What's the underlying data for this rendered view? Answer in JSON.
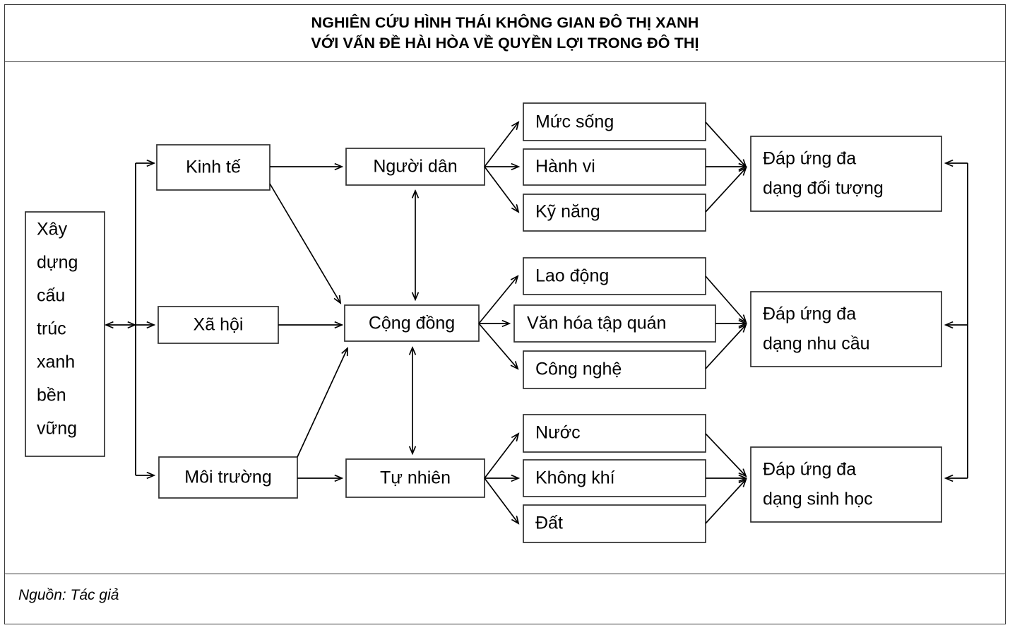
{
  "figure": {
    "title_lines": [
      "NGHIÊN CỨU HÌNH THÁI KHÔNG GIAN ĐÔ THỊ XANH",
      "VỚI VẤN ĐỀ HÀI HÒA VỀ QUYỀN LỢI TRONG ĐÔ THỊ"
    ],
    "source": "Nguồn: Tác giả",
    "frame_color": "#3a3a3a",
    "line_color": "#000000",
    "box_fill": "#ffffff"
  },
  "chart_data": {
    "type": "diagram",
    "title": "NGHIÊN CỨU HÌNH THÁI KHÔNG GIAN ĐÔ THỊ XANH VỚI VẤN ĐỀ HÀI HÒA VỀ QUYỀN LỢI TRONG ĐÔ THỊ",
    "columns": [
      {
        "name": "goal",
        "nodes": [
          {
            "id": "goal",
            "label_lines": [
              "Xây",
              "dựng",
              "cấu",
              "trúc",
              "xanh",
              "bền",
              "vững"
            ]
          }
        ]
      },
      {
        "name": "pillars",
        "nodes": [
          {
            "id": "kinh-te",
            "label": "Kinh tế"
          },
          {
            "id": "xa-hoi",
            "label": "Xã hội"
          },
          {
            "id": "moi-truong",
            "label": "Môi trường"
          }
        ]
      },
      {
        "name": "actors",
        "nodes": [
          {
            "id": "nguoi-dan",
            "label": "Người dân"
          },
          {
            "id": "cong-dong",
            "label": "Cộng đồng"
          },
          {
            "id": "tu-nhien",
            "label": "Tự nhiên"
          }
        ]
      },
      {
        "name": "aspects",
        "groups": [
          {
            "for": "nguoi-dan",
            "nodes": [
              {
                "id": "muc-song",
                "label": "Mức sống"
              },
              {
                "id": "hanh-vi",
                "label": "Hành vi"
              },
              {
                "id": "ky-nang",
                "label": "Kỹ năng"
              }
            ]
          },
          {
            "for": "cong-dong",
            "nodes": [
              {
                "id": "lao-dong",
                "label": "Lao động"
              },
              {
                "id": "van-hoa",
                "label": "Văn hóa tập quán"
              },
              {
                "id": "cong-nghe",
                "label": "Công nghệ"
              }
            ]
          },
          {
            "for": "tu-nhien",
            "nodes": [
              {
                "id": "nuoc",
                "label": "Nước"
              },
              {
                "id": "khong-khi",
                "label": "Không khí"
              },
              {
                "id": "dat",
                "label": "Đất"
              }
            ]
          }
        ]
      },
      {
        "name": "outcomes",
        "nodes": [
          {
            "id": "dap-ung-doi-tuong",
            "label_lines": [
              "Đáp ứng đa",
              "dạng đối tượng"
            ]
          },
          {
            "id": "dap-ung-nhu-cau",
            "label_lines": [
              "Đáp ứng đa",
              "dạng nhu cầu"
            ]
          },
          {
            "id": "dap-ung-sinh-hoc",
            "label_lines": [
              "Đáp ứng đa",
              "dạng sinh học"
            ]
          }
        ]
      }
    ],
    "edges": [
      {
        "from": "goal",
        "to": "pillars-trunk",
        "type": "bidirectional"
      },
      {
        "from": "pillars-trunk",
        "to": "kinh-te",
        "type": "arrow"
      },
      {
        "from": "pillars-trunk",
        "to": "xa-hoi",
        "type": "arrow"
      },
      {
        "from": "pillars-trunk",
        "to": "moi-truong",
        "type": "arrow"
      },
      {
        "from": "kinh-te",
        "to": "nguoi-dan",
        "type": "arrow"
      },
      {
        "from": "kinh-te",
        "to": "cong-dong",
        "type": "arrow"
      },
      {
        "from": "xa-hoi",
        "to": "cong-dong",
        "type": "arrow"
      },
      {
        "from": "moi-truong",
        "to": "cong-dong",
        "type": "arrow"
      },
      {
        "from": "moi-truong",
        "to": "tu-nhien",
        "type": "arrow"
      },
      {
        "from": "nguoi-dan",
        "to": "cong-dong",
        "type": "bidirectional"
      },
      {
        "from": "cong-dong",
        "to": "tu-nhien",
        "type": "bidirectional"
      },
      {
        "from": "nguoi-dan",
        "to": "muc-song",
        "type": "arrow"
      },
      {
        "from": "nguoi-dan",
        "to": "hanh-vi",
        "type": "arrow"
      },
      {
        "from": "nguoi-dan",
        "to": "ky-nang",
        "type": "arrow"
      },
      {
        "from": "cong-dong",
        "to": "lao-dong",
        "type": "arrow"
      },
      {
        "from": "cong-dong",
        "to": "van-hoa",
        "type": "arrow"
      },
      {
        "from": "cong-dong",
        "to": "cong-nghe",
        "type": "arrow"
      },
      {
        "from": "tu-nhien",
        "to": "nuoc",
        "type": "arrow"
      },
      {
        "from": "tu-nhien",
        "to": "khong-khi",
        "type": "arrow"
      },
      {
        "from": "tu-nhien",
        "to": "dat",
        "type": "arrow"
      },
      {
        "from": "muc-song",
        "to": "dap-ung-doi-tuong",
        "type": "arrow"
      },
      {
        "from": "hanh-vi",
        "to": "dap-ung-doi-tuong",
        "type": "arrow"
      },
      {
        "from": "ky-nang",
        "to": "dap-ung-doi-tuong",
        "type": "arrow"
      },
      {
        "from": "lao-dong",
        "to": "dap-ung-nhu-cau",
        "type": "arrow"
      },
      {
        "from": "van-hoa",
        "to": "dap-ung-nhu-cau",
        "type": "arrow"
      },
      {
        "from": "cong-nghe",
        "to": "dap-ung-nhu-cau",
        "type": "arrow"
      },
      {
        "from": "nuoc",
        "to": "dap-ung-sinh-hoc",
        "type": "arrow"
      },
      {
        "from": "khong-khi",
        "to": "dap-ung-sinh-hoc",
        "type": "arrow"
      },
      {
        "from": "dat",
        "to": "dap-ung-sinh-hoc",
        "type": "arrow"
      },
      {
        "from": "feedback-trunk",
        "to": "dap-ung-doi-tuong",
        "type": "arrow"
      },
      {
        "from": "feedback-trunk",
        "to": "dap-ung-nhu-cau",
        "type": "arrow"
      },
      {
        "from": "feedback-trunk",
        "to": "dap-ung-sinh-hoc",
        "type": "arrow"
      }
    ],
    "source": "Nguồn: Tác giả"
  }
}
